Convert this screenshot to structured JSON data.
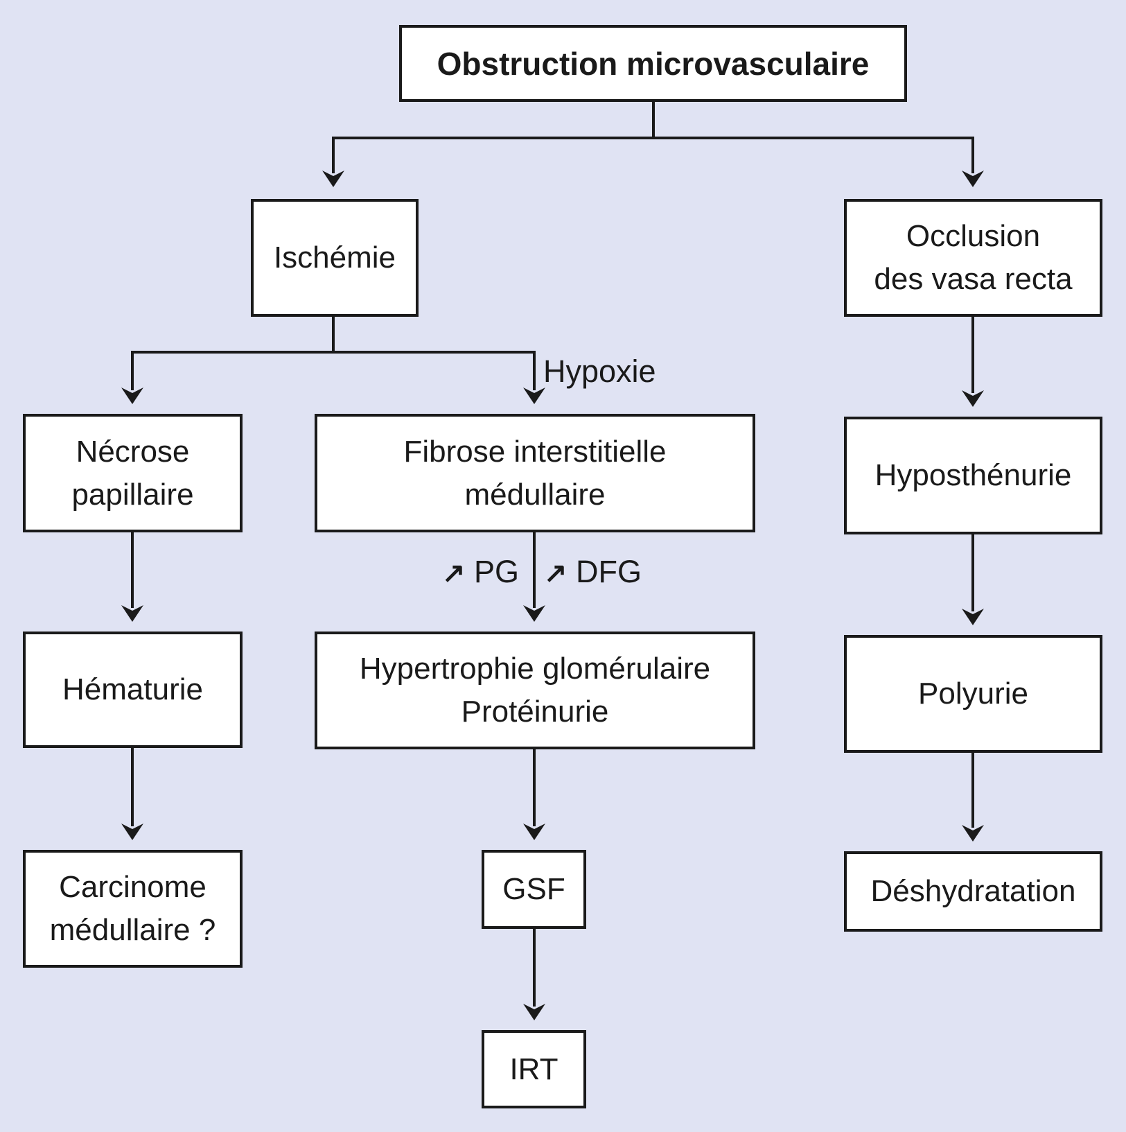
{
  "nodes": {
    "obstruction": "Obstruction microvasculaire",
    "ischemie": "Ischémie",
    "occlusion": "Occlusion\ndes vasa recta",
    "necrose": "Nécrose\npapillaire",
    "fibrose": "Fibrose interstitielle\nmédullaire",
    "hyposthenurie": "Hyposthénurie",
    "hematurie": "Hématurie",
    "hypertrophie": "Hypertrophie glomérulaire\nProtéinurie",
    "polyurie": "Polyurie",
    "carcinome": "Carcinome\nmédullaire ?",
    "gsf": "GSF",
    "deshydratation": "Déshydratation",
    "irt": "IRT"
  },
  "labels": {
    "hypoxie": "Hypoxie",
    "increase_symbol": "↗",
    "pg": "PG",
    "dfg": "DFG"
  },
  "colors": {
    "background": "#e0e3f3",
    "box_fill": "#ffffff",
    "stroke": "#1a1a1a"
  }
}
